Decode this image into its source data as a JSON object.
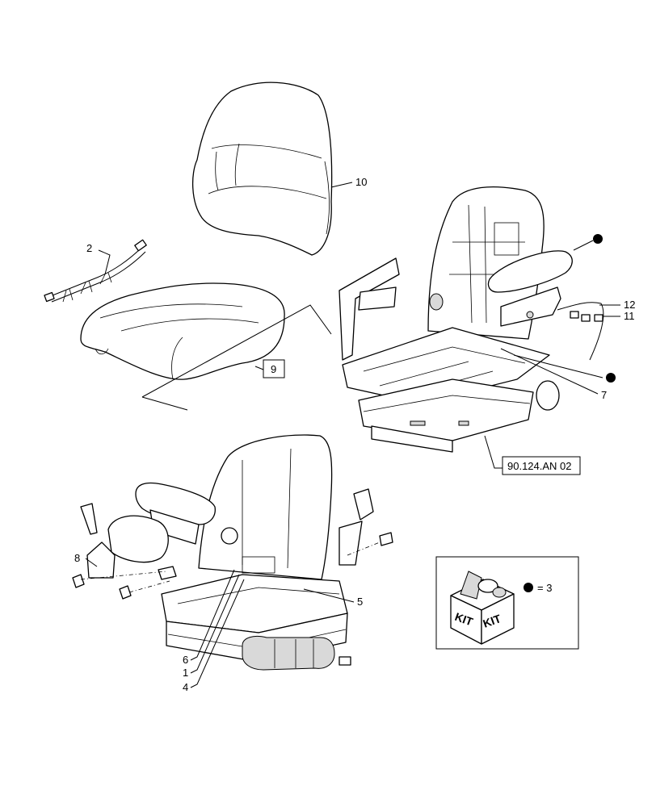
{
  "callouts": {
    "c10": "10",
    "c2": "2",
    "c9": "9",
    "c12": "12",
    "c11": "11",
    "c7": "7",
    "ref": "90.124.AN 02",
    "c8": "8",
    "c5": "5",
    "c6": "6",
    "c1": "1",
    "c4": "4"
  },
  "kit": {
    "label_left": "KIT",
    "label_right": "KIT",
    "legend_equals": "= 3"
  }
}
